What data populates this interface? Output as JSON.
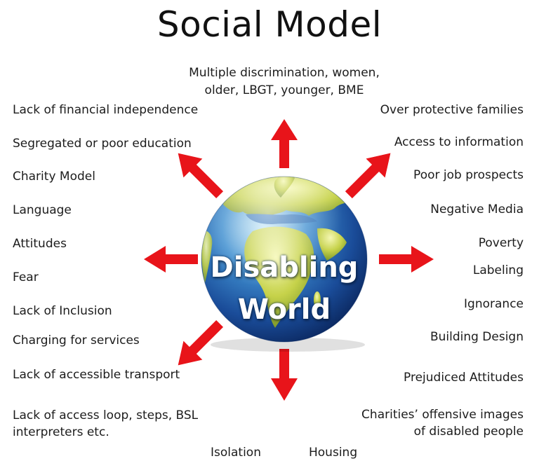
{
  "title": "Social Model",
  "center": {
    "line1": "Disabling",
    "line2": "World"
  },
  "top_text": {
    "line1": "Multiple discrimination, women,",
    "line2": "older, LBGT, younger, BME"
  },
  "left_items": [
    "Lack of financial independence",
    "Segregated or poor education",
    "Charity Model",
    "Language",
    "Attitudes",
    "Fear",
    "Lack of Inclusion",
    "Charging for services",
    "Lack of accessible transport"
  ],
  "left_bottom": {
    "line1": "Lack of access loop, steps, BSL",
    "line2": "interpreters etc."
  },
  "right_items": [
    "Over protective families",
    "Access to information",
    "Poor job prospects",
    "Negative Media",
    "Poverty",
    "Labeling",
    "Ignorance",
    "Building Design",
    "Prejudiced Attitudes"
  ],
  "right_bottom": {
    "line1": "Charities’ offensive images",
    "line2": "of disabled people"
  },
  "bottom_items": [
    "Isolation",
    "Housing"
  ],
  "colors": {
    "arrow": "#e8141a",
    "ocean": "#1d4f9c",
    "land": "#c8d24a",
    "text": "#1c1c1c"
  }
}
